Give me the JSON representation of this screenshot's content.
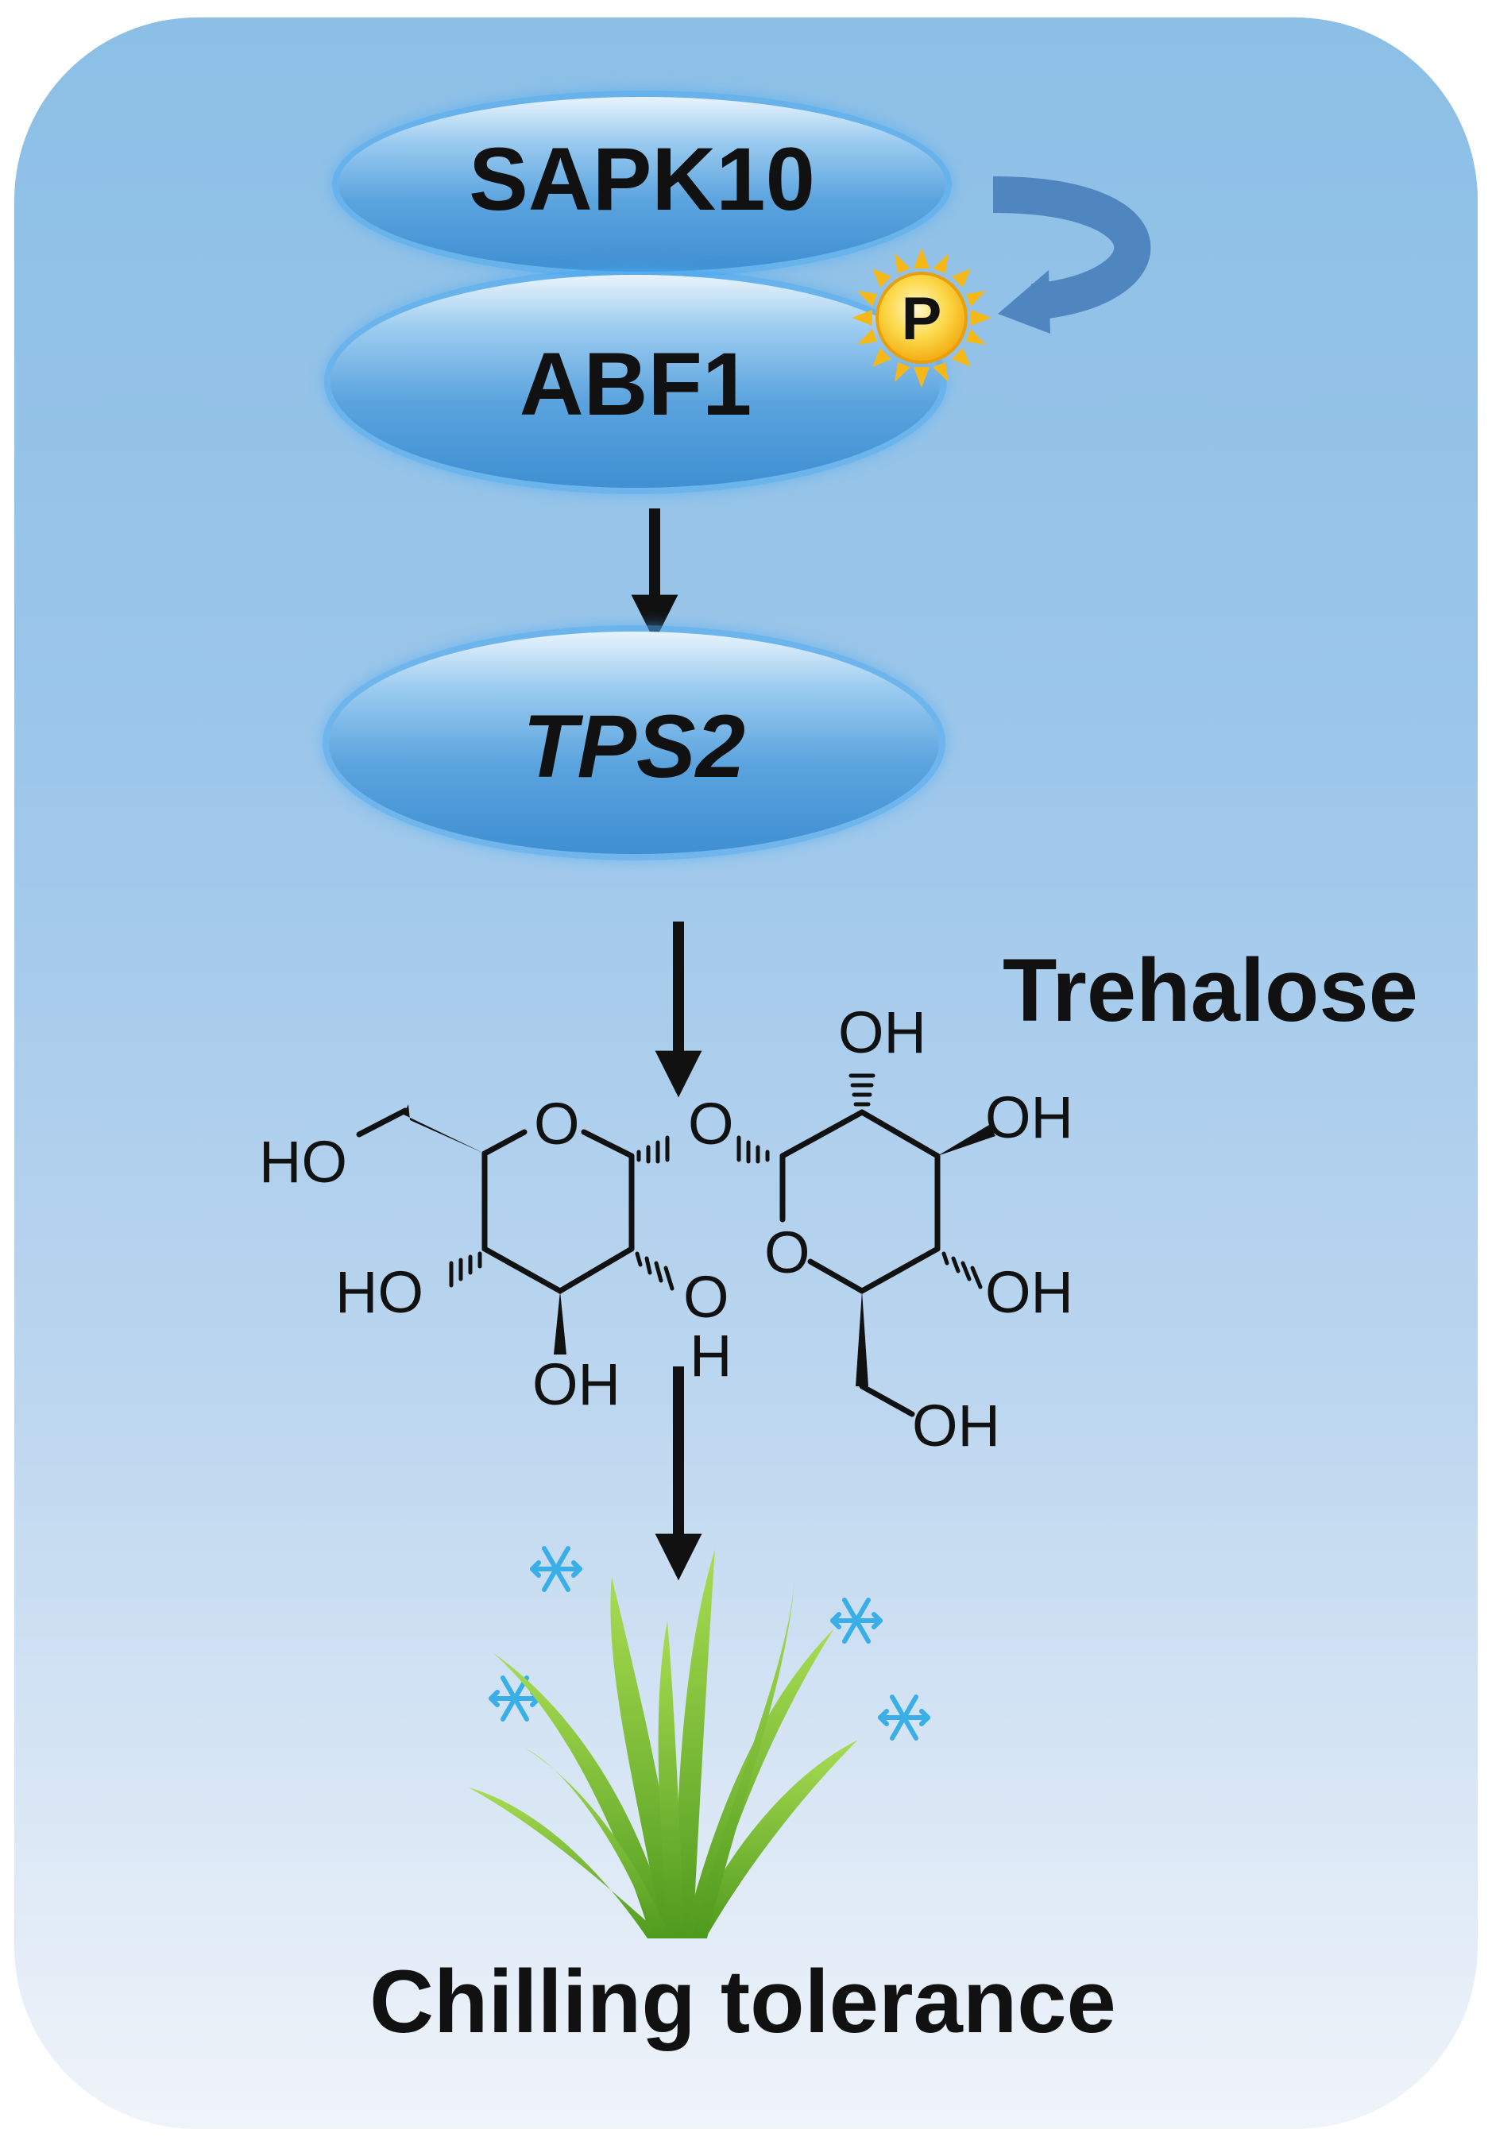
{
  "nodes": {
    "sapk10": "SAPK10",
    "abf1": "ABF1",
    "tps2": "TPS2",
    "phospho": "P"
  },
  "molecule": {
    "name": "Trehalose",
    "groups": {
      "ho_left_top": "HO",
      "ho_left_mid": "HO",
      "oh_left_bottom": "OH",
      "o_ring_left": "O",
      "o_bridge": "O",
      "o_ring_right": "O",
      "o_left_c2": "O",
      "h_left_c2": "H",
      "oh_right_top": "OH",
      "oh_right_upper": "OH",
      "oh_right_lower": "OH",
      "oh_right_bottom": "OH"
    }
  },
  "outcome": "Chilling tolerance",
  "colors": {
    "background_top": "#8ec0e6",
    "background_bottom": "#eef3fa",
    "ellipse_fill": "#5aa6e0",
    "ellipse_glow": "#3fa7ef",
    "feedback_arrow": "#4f86c0",
    "phospho_badge": "#f6c21b",
    "snowflake": "#4fb8ea",
    "grass": "#7cc43a"
  },
  "icons": {
    "phospho": "phosphate-sun-icon",
    "snowflake": "snowflake-icon",
    "plant": "grass-plant-icon"
  }
}
